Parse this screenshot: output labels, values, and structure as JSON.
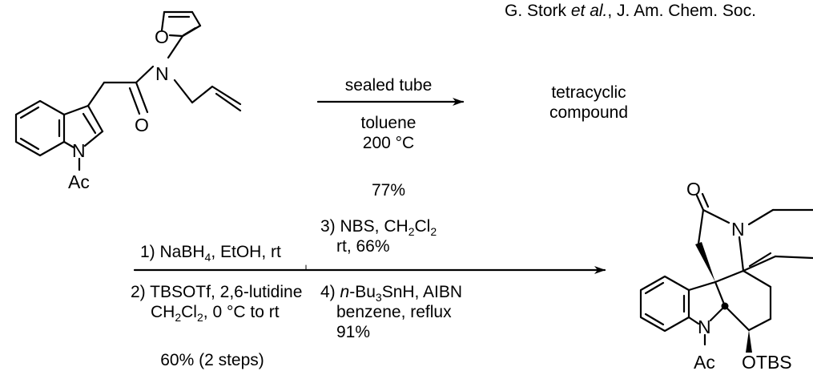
{
  "citation": {
    "authors": "G. Stork ",
    "etal": "et al.",
    "journal": ", J. Am. Chem. Soc."
  },
  "step1": {
    "above": "sealed tube",
    "below_line1": "toluene",
    "below_line2": "200 °C",
    "yield": "77%",
    "product": [
      "tetracyclic",
      "compound"
    ]
  },
  "step2": {
    "r1": "1) NaBH",
    "r1_sub": "4",
    "r1_rest": ", EtOH, rt",
    "r2_line1": "2) TBSOTf, 2,6-lutidine",
    "r2_line2a": "CH",
    "r2_line2_sub1": "2",
    "r2_line2b": "Cl",
    "r2_line2_sub2": "2",
    "r2_line2c": ", 0 °C to rt",
    "yield": "60% (2 steps)"
  },
  "step3": {
    "r3a": "3) NBS, CH",
    "r3_sub1": "2",
    "r3b": "Cl",
    "r3_sub2": "2",
    "r3_line2": "rt, 66%",
    "r4_prefix": "4) ",
    "r4_italic": "n",
    "r4a": "-Bu",
    "r4_sub": "3",
    "r4b": "SnH, AIBN",
    "r4_line2": "benzene, reflux",
    "r4_line3": "91%"
  },
  "atoms": {
    "sm_O_furan": "O",
    "sm_N_amide": "N",
    "sm_O_carbonyl": "O",
    "sm_N_indole": "N",
    "sm_Ac": "Ac",
    "pr_O": "O",
    "pr_N": "N",
    "pr_N_indoline": "N",
    "pr_Ac": "Ac",
    "pr_OTBS": "OTBS"
  }
}
